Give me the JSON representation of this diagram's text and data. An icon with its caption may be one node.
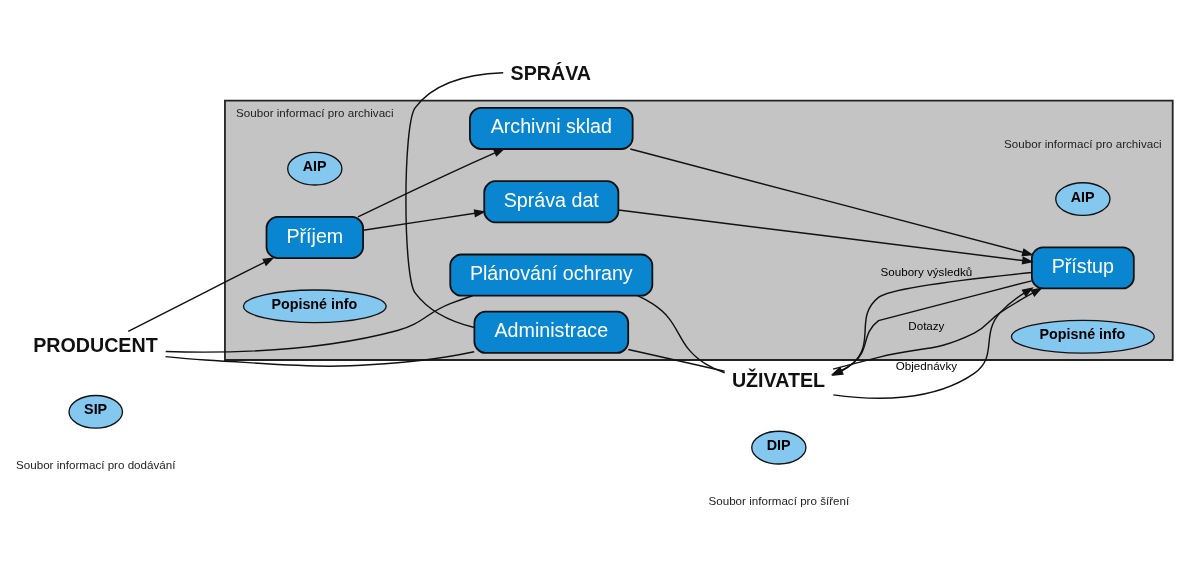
{
  "diagram": {
    "nodes": [
      {
        "text": [
          "PRODUCENT"
        ]
      },
      {
        "text": [
          "UŽIVATEL"
        ]
      },
      {
        "text": [
          "SPRÁVA"
        ]
      },
      {
        "text": [],
        "shape": "box"
      },
      {
        "text": [
          "Plánování ochrany"
        ],
        "in": 3
      },
      {
        "text": [
          "Popisné info"
        ],
        "in": 3
      },
      {
        "text": [
          "Správa dat"
        ],
        "in": 3
      },
      {
        "text": [
          "Příjem"
        ],
        "in": 3
      },
      {
        "text": [
          "Archivni sklad"
        ],
        "in": 3
      },
      {
        "text": [
          "Přístup"
        ],
        "in": 3
      },
      {
        "text": [
          "Popisné info"
        ],
        "in": 3
      },
      {
        "text": [
          "SIP"
        ],
        "beside": [
          "Soubor informací pro dodávání"
        ]
      },
      {
        "text": [
          "AIP"
        ],
        "in": 3,
        "beside": [
          "Soubor informací pro archivaci"
        ]
      },
      {
        "text": [
          "AIP"
        ],
        "in": 3,
        "beside": [
          "Soubor informací pro archivaci"
        ]
      },
      {
        "text": [
          "DIP"
        ],
        "beside": [
          "Soubor informací pro šíření"
        ]
      },
      {
        "text": [
          "Administrace"
        ],
        "in": 3
      }
    ],
    "edges": [
      {
        "from": 0,
        "to": 7,
        "arrow": "to"
      },
      {
        "from": 0,
        "to": 4,
        "arrow": "none"
      },
      {
        "from": 0,
        "to": 15,
        "arrow": "none"
      },
      {
        "from": 7,
        "to": 6,
        "arrow": "to"
      },
      {
        "from": 7,
        "to": 8,
        "arrow": "to"
      },
      {
        "from": 6,
        "to": 9,
        "arrow": "to"
      },
      {
        "from": 8,
        "to": 9,
        "arrow": "to"
      },
      {
        "from": 1,
        "to": 9,
        "arrow": "to",
        "label": "Dotazy"
      },
      {
        "from": 9,
        "to": 1,
        "arrow": "to",
        "label": "Soubory výsledků"
      },
      {
        "from": 1,
        "to": 9,
        "arrow": "to",
        "label": "Objednávky"
      },
      {
        "from": 9,
        "to": 1,
        "arrow": "to"
      },
      {
        "from": 4,
        "to": 1,
        "arrow": "none"
      },
      {
        "from": 15,
        "to": 1,
        "arrow": "none"
      },
      {
        "from": 15,
        "to": 2,
        "arrow": "none"
      }
    ]
  }
}
